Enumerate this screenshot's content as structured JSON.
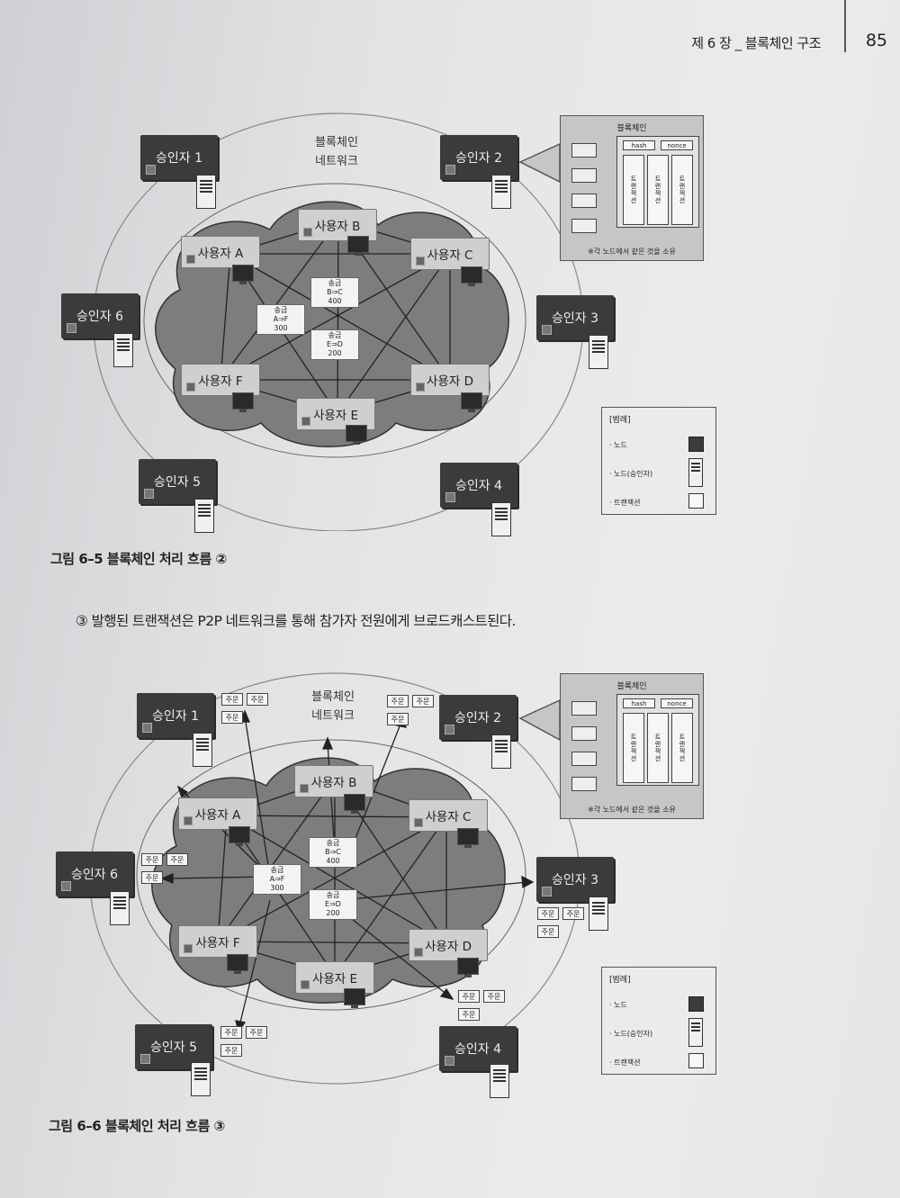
{
  "header": {
    "chapter": "제 6 장 _ 블록체인 구조",
    "page_number": "85"
  },
  "network_label": [
    "블록체인",
    "네트워크"
  ],
  "approvers": [
    "승인자 1",
    "승인자 2",
    "승인자 3",
    "승인자 4",
    "승인자 5",
    "승인자 6"
  ],
  "users": [
    "사용자 A",
    "사용자 B",
    "사용자 C",
    "사용자 D",
    "사용자 E",
    "사용자 F"
  ],
  "transactions": [
    {
      "lines": [
        "송금",
        "A⇒F",
        "300"
      ]
    },
    {
      "lines": [
        "송금",
        "B⇒C",
        "400"
      ]
    },
    {
      "lines": [
        "송금",
        "E⇒D",
        "200"
      ]
    }
  ],
  "callout": {
    "title": "블록체인",
    "hash": "hash",
    "nonce": "nonce",
    "tx_label": "트랜잭션",
    "note": "※각 노드에서 같은 것을 소유"
  },
  "legend": {
    "title": "[범례]",
    "node": "· 노드",
    "approver_node": "· 노드(승인자)",
    "transaction": "· 트랜잭션"
  },
  "order_label": "주문",
  "figure1_caption": "그림 6–5 블록체인 처리 흐름 ②",
  "body_text": "③ 발행된 트랜잭션은 P2P 네트워크를 통해 참가자 전원에게 브로드캐스트된다.",
  "figure2_caption": "그림 6–6 블록체인 처리 흐름 ③"
}
